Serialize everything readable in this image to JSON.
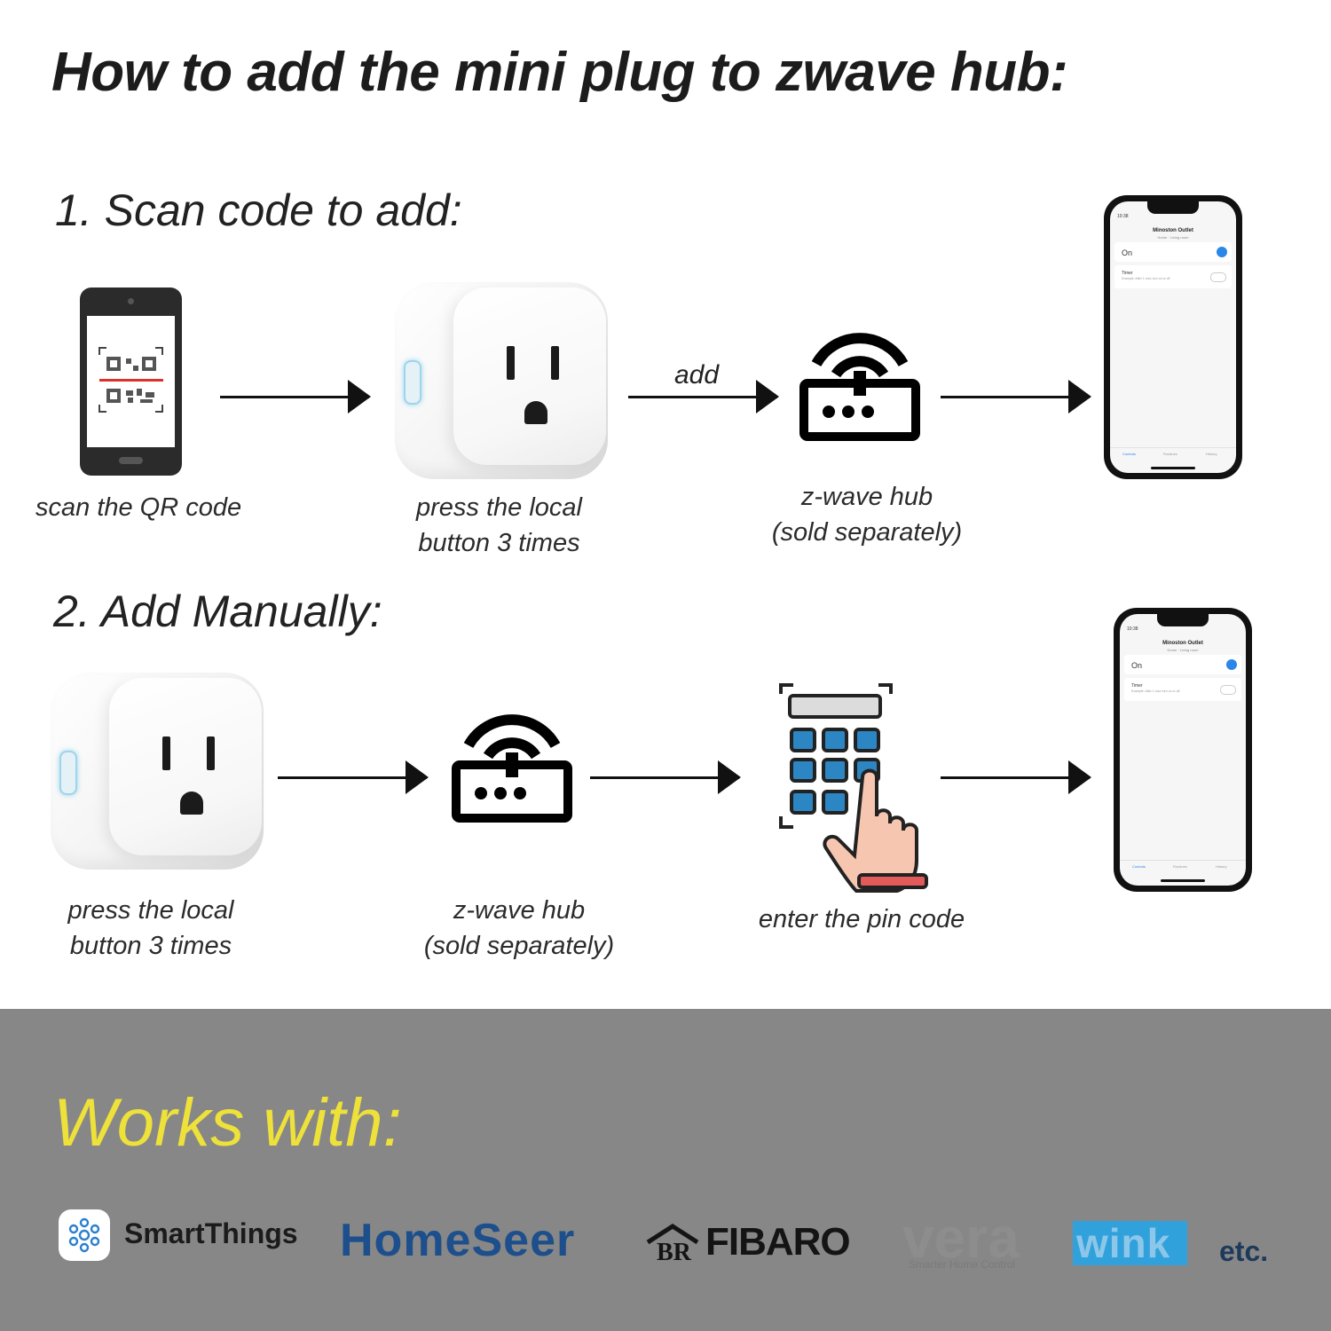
{
  "title": "How to add the mini plug to zwave hub:",
  "section1": {
    "heading": "1. Scan code to add:",
    "arrow_label": "add",
    "captions": {
      "scan": "scan the QR code",
      "press_line1": "press the local",
      "press_line2": "button 3 times",
      "hub_line1": "z-wave hub",
      "hub_line2": "(sold separately)"
    }
  },
  "section2": {
    "heading": "2. Add Manually:",
    "captions": {
      "press_line1": "press the local",
      "press_line2": "button 3 times",
      "hub_line1": "z-wave hub",
      "hub_line2": "(sold separately)",
      "pin": "enter the pin code"
    }
  },
  "phone_app": {
    "time": "10:38",
    "device": "Minoston Outlet",
    "room": "Home · Living room",
    "on_label": "On",
    "timer_label": "Timer",
    "timer_hint": "Example: After 1 hour turn on or off",
    "tabs": [
      "Controls",
      "Routines",
      "History"
    ]
  },
  "works_with": {
    "heading": "Works with:",
    "logos": {
      "smartthings": "SmartThings",
      "homeseer": "HomeSeer",
      "fibaro": "FIBARO",
      "vera": "vera",
      "vera_tagline": "Smarter Home Control",
      "wink": "wink",
      "etc": "etc."
    }
  },
  "colors": {
    "band": "#878787",
    "works_heading": "#ede13a",
    "accent_blue": "#2a86e8",
    "key_blue": "#2d86c4",
    "homeseer_blue": "#1d4f8c",
    "wink_blue": "#31a1dc"
  },
  "icons": [
    "qr-phone-icon",
    "mini-plug-icon",
    "router-hub-icon",
    "keypad-hand-icon",
    "smartphone-app-icon"
  ]
}
